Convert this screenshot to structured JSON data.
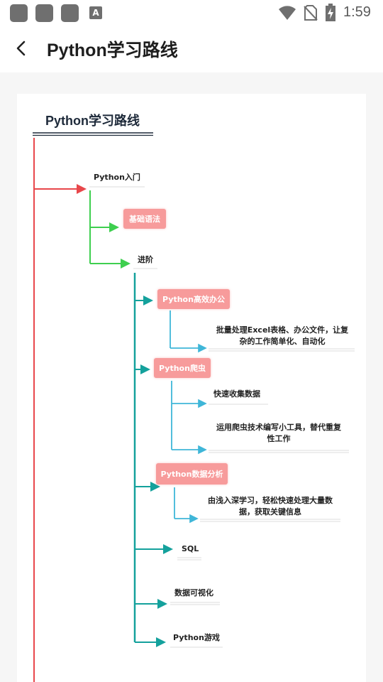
{
  "status_bar": {
    "time": "1:59",
    "notification_icons": [
      "app-icon",
      "app-icon",
      "app-icon",
      "font-app-icon"
    ],
    "system_icons": [
      "wifi-icon",
      "no-sim-icon",
      "battery-charging-icon"
    ]
  },
  "app_bar": {
    "back_icon": "chevron-left-icon",
    "title": "Python学习路线"
  },
  "mindmap": {
    "title": "Python学习路线",
    "nodes": {
      "intro": "Python入门",
      "basic_syntax": "基础语法",
      "advanced": "进阶",
      "office": "Python高效办公",
      "office_desc": "批量处理Excel表格、办公文件，让复杂的工作简单化、自动化",
      "office_desc_line1": "批量处理Excel表格、办公文件，让复",
      "office_desc_line2": "杂的工作简单化、自动化",
      "crawler": "Python爬虫",
      "crawler_desc1": "快速收集数据",
      "crawler_desc2_line1": "运用爬虫技术编写小工具，替代重复",
      "crawler_desc2_line2": "性工作",
      "data_analysis": "Python数据分析",
      "data_desc_line1": "由浅入深学习，轻松快速处理大量数",
      "data_desc_line2": "据，获取关键信息",
      "sql": "SQL",
      "visualization": "数据可视化",
      "game": "Python游戏"
    },
    "colors": {
      "root_line": "#e8474b",
      "level1_line": "#3ecf4f",
      "level2_line": "#14a19c",
      "level3_line": "#3fb6d8",
      "node_fill": "#f79b9b"
    }
  }
}
